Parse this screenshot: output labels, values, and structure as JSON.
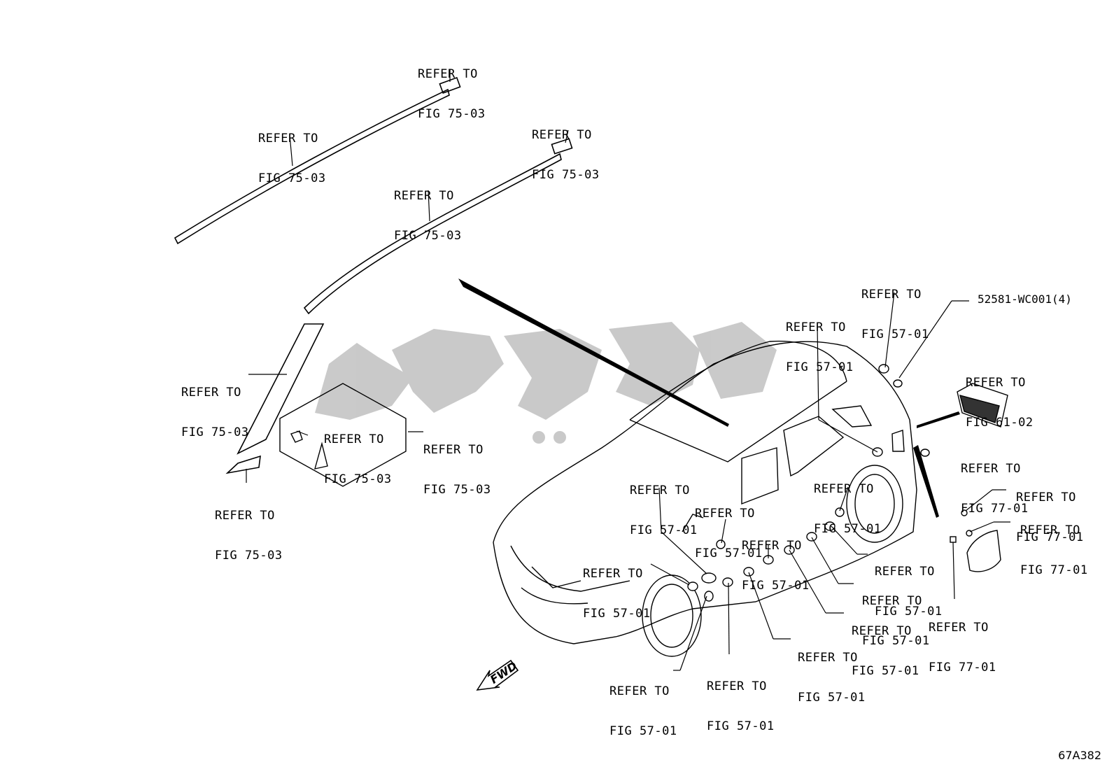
{
  "callouts": [
    {
      "id": "c1",
      "line1": "REFER TO",
      "line2": "FIG 75-03"
    },
    {
      "id": "c2",
      "line1": "REFER TO",
      "line2": "FIG 75-03"
    },
    {
      "id": "c3",
      "line1": "REFER TO",
      "line2": "FIG 75-03"
    },
    {
      "id": "c4",
      "line1": "REFER TO",
      "line2": "FIG 75-03"
    },
    {
      "id": "c5",
      "line1": "REFER TO",
      "line2": "FIG 75-03"
    },
    {
      "id": "c6",
      "line1": "REFER TO",
      "line2": "FIG 75-03"
    },
    {
      "id": "c7",
      "line1": "REFER TO",
      "line2": "FIG 75-03"
    },
    {
      "id": "c8",
      "line1": "REFER TO",
      "line2": "FIG 75-03"
    },
    {
      "id": "c9",
      "line1": "REFER TO",
      "line2": "FIG 57-01"
    },
    {
      "id": "c10",
      "line1": "REFER TO",
      "line2": "FIG 57-01"
    },
    {
      "id": "c11",
      "line1": "REFER TO",
      "line2": "FIG 61-02"
    },
    {
      "id": "c12",
      "line1": "REFER TO",
      "line2": "FIG 77-01"
    },
    {
      "id": "c13",
      "line1": "REFER TO",
      "line2": "FIG 57-01"
    },
    {
      "id": "c14",
      "line1": "REFER TO",
      "line2": "FIG 57-01"
    },
    {
      "id": "c15",
      "line1": "REFER TO",
      "line2": "FIG 57-01"
    },
    {
      "id": "c16",
      "line1": "REFER TO",
      "line2": "FIG 57-01"
    },
    {
      "id": "c17",
      "line1": "REFER TO",
      "line2": "FIG 77-01"
    },
    {
      "id": "c18",
      "line1": "REFER TO",
      "line2": "FIG 77-01"
    },
    {
      "id": "c19",
      "line1": "REFER TO",
      "line2": "FIG 57-01"
    },
    {
      "id": "c20",
      "line1": "REFER TO",
      "line2": "FIG 57-01"
    },
    {
      "id": "c21",
      "line1": "REFER TO",
      "line2": "FIG 57-01"
    },
    {
      "id": "c22",
      "line1": "REFER TO",
      "line2": "FIG 57-01"
    },
    {
      "id": "c23",
      "line1": "REFER TO",
      "line2": "FIG 77-01"
    },
    {
      "id": "c24",
      "line1": "REFER TO",
      "line2": "FIG 57-01"
    },
    {
      "id": "c25",
      "line1": "REFER TO",
      "line2": "FIG 57-01"
    },
    {
      "id": "c26",
      "line1": "REFER TO",
      "line2": "FIG 57-01"
    }
  ],
  "part_number": "52581-WC001(4)",
  "fwd_label": "FWD",
  "diagram_id": "67A382",
  "colors": {
    "line": "#000000",
    "watermark": "#c8c8c8",
    "background": "#ffffff"
  },
  "icons": {
    "fwd_arrow": "fwd-arrow-icon",
    "watermark": "watermark-logo-icon"
  }
}
